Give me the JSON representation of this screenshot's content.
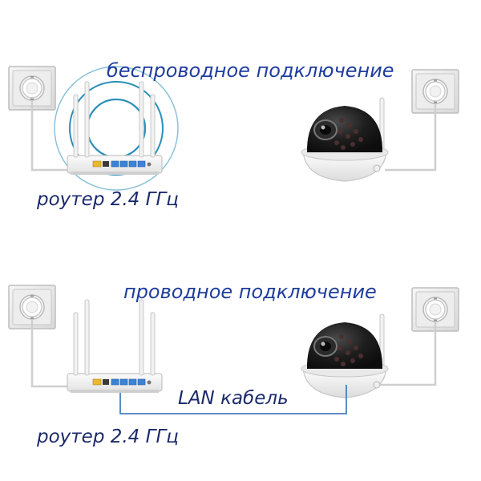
{
  "scenes": [
    {
      "id": "wireless",
      "title": "беспроводное подключение",
      "router_label": "роутер 2.4 ГГц"
    },
    {
      "id": "wired",
      "title": "проводное подключение",
      "router_label": "роутер 2.4 ГГц",
      "cable_label": "LAN кабель"
    }
  ],
  "colors": {
    "title_text": "#1f3d9e",
    "router_text": "#1a2a6b",
    "cable_text": "#1a2a6b",
    "wifi_rings": "#2a8fb8",
    "lan_cable": "#4a7fc0",
    "power_cord": "#cfcfcf",
    "camera_body": "#f4f4f4",
    "camera_dome": "#1c1c1c"
  },
  "icons": {
    "power_outlet": "wall-socket-icon",
    "router": "router-icon",
    "camera": "dome-camera-icon",
    "wifi": "wifi-signal-icon"
  }
}
